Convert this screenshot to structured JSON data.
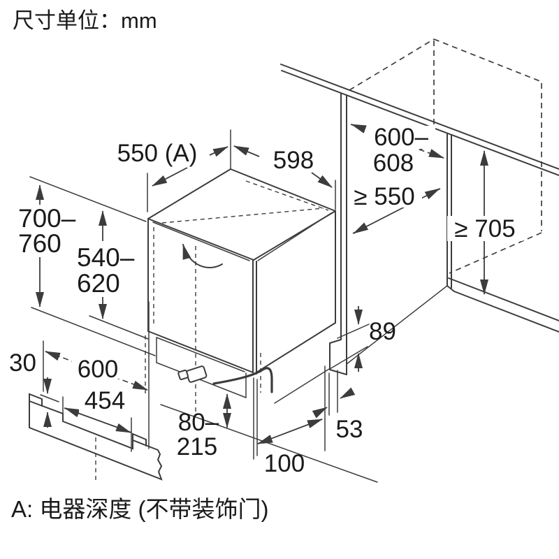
{
  "title": "尺寸单位：mm",
  "footnote": "A: 电器深度 (不带装饰门)",
  "unit": "mm",
  "colors": {
    "line": "#3c3c3c",
    "text": "#1a1a1a",
    "background": "#ffffff"
  },
  "dims": {
    "appliance_depth": "550 (A)",
    "appliance_width": "598",
    "niche_depth_1": "600–",
    "niche_depth_2": "608",
    "niche_width": "≥ 550",
    "niche_height": "≥ 705",
    "front_height_1": "700–",
    "front_height_2": "760",
    "door_height_1": "540–",
    "door_height_2": "620",
    "plinth_return": "30",
    "plinth_width": "600",
    "plinth_cutout": "454",
    "plinth_height_1": "80–",
    "plinth_height_2": "215",
    "base_depth": "100",
    "side_clearance": "53",
    "panel_foot": "89"
  }
}
